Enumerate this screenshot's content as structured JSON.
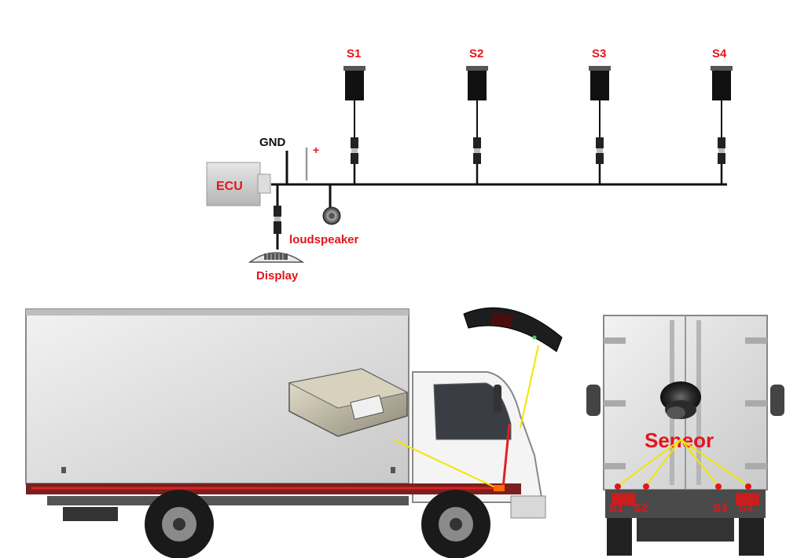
{
  "wiring": {
    "ecu_label": "ECU",
    "gnd_label": "GND",
    "plus_label": "+",
    "speaker_label": "loudspeaker",
    "display_label": "Display",
    "sensors": [
      "S1",
      "S2",
      "S3",
      "S4"
    ]
  },
  "rear_view": {
    "sensor_callout": "Seneor",
    "sensor_points": [
      "S1",
      "S2",
      "S3",
      "S4"
    ]
  },
  "colors": {
    "label_red": "#e4141b",
    "wire_black": "#111111",
    "leader_yellow": "#f2e600",
    "harness_red": "#c81e1e"
  }
}
